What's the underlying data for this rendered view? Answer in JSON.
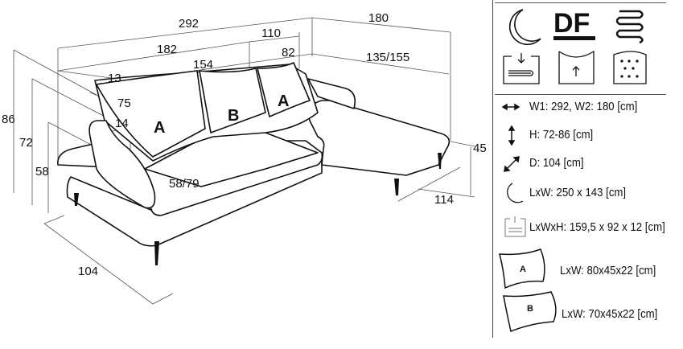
{
  "drawing": {
    "dimensions": {
      "total_width": "292",
      "chaise_width": "180",
      "main_width": "182",
      "corner_width": "110",
      "seat_width": "154",
      "corner_seat": "82",
      "chaise_length": "135/155",
      "armrest": "13",
      "backrest_depth": "75",
      "arm_top": "14",
      "seat_depth": "58/79",
      "max_height": "86",
      "back_height": "72",
      "arm_height": "58",
      "depth": "104",
      "chaise_depth": "114",
      "seat_height": "45"
    },
    "pillows": [
      "A",
      "B",
      "A"
    ]
  },
  "panel": {
    "features": [
      "sleep-function-icon",
      "df-icon",
      "spring-icon",
      "storage-icon",
      "adjustable-headrest-icon",
      "foam-icon"
    ],
    "df_label": "DF",
    "specs": {
      "width": "W1: 292, W2: 180 [cm]",
      "height": "H: 72-86 [cm]",
      "depth": "D: 104 [cm]",
      "sleep_area": "LxW: 250 x 143 [cm]",
      "storage": "LxWxH: 159,5 x 92 x 12 [cm]",
      "pillow_a_label": "A",
      "pillow_a": "LxW: 80x45x22 [cm]",
      "pillow_b_label": "B",
      "pillow_b": "LxW: 70x45x22 [cm]"
    }
  }
}
